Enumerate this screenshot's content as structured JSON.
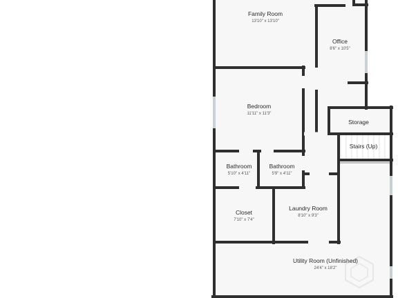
{
  "colors": {
    "wall": "#2f2f2f",
    "floor": "#f7f7f7",
    "window": "#c8d0d4",
    "door_gap": "#f7f7f7",
    "background": "#ffffff",
    "watermark": "#e6e6e6"
  },
  "rooms": [
    {
      "id": "family-room",
      "name": "Family Room",
      "dims": "13'10\" x 13'10\""
    },
    {
      "id": "office",
      "name": "Office",
      "dims": "8'6\" x 10'5\""
    },
    {
      "id": "bedroom",
      "name": "Bedroom",
      "dims": "11'11\" x 11'3\""
    },
    {
      "id": "storage",
      "name": "Storage",
      "dims": ""
    },
    {
      "id": "stairs",
      "name": "Stairs (Up)",
      "dims": ""
    },
    {
      "id": "bathroom-1",
      "name": "Bathroom",
      "dims": "5'10\" x 4'11\""
    },
    {
      "id": "bathroom-2",
      "name": "Bathroom",
      "dims": "5'9\" x 4'11\""
    },
    {
      "id": "closet",
      "name": "Closet",
      "dims": "7'10\" x 7'4\""
    },
    {
      "id": "laundry-room",
      "name": "Laundry Room",
      "dims": "8'10\" x 9'3\""
    },
    {
      "id": "utility-room",
      "name": "Utility Room (Unfinished)",
      "dims": "24'4\" x 18'2\""
    }
  ],
  "watermark_icon": "hexagon-logo-icon"
}
